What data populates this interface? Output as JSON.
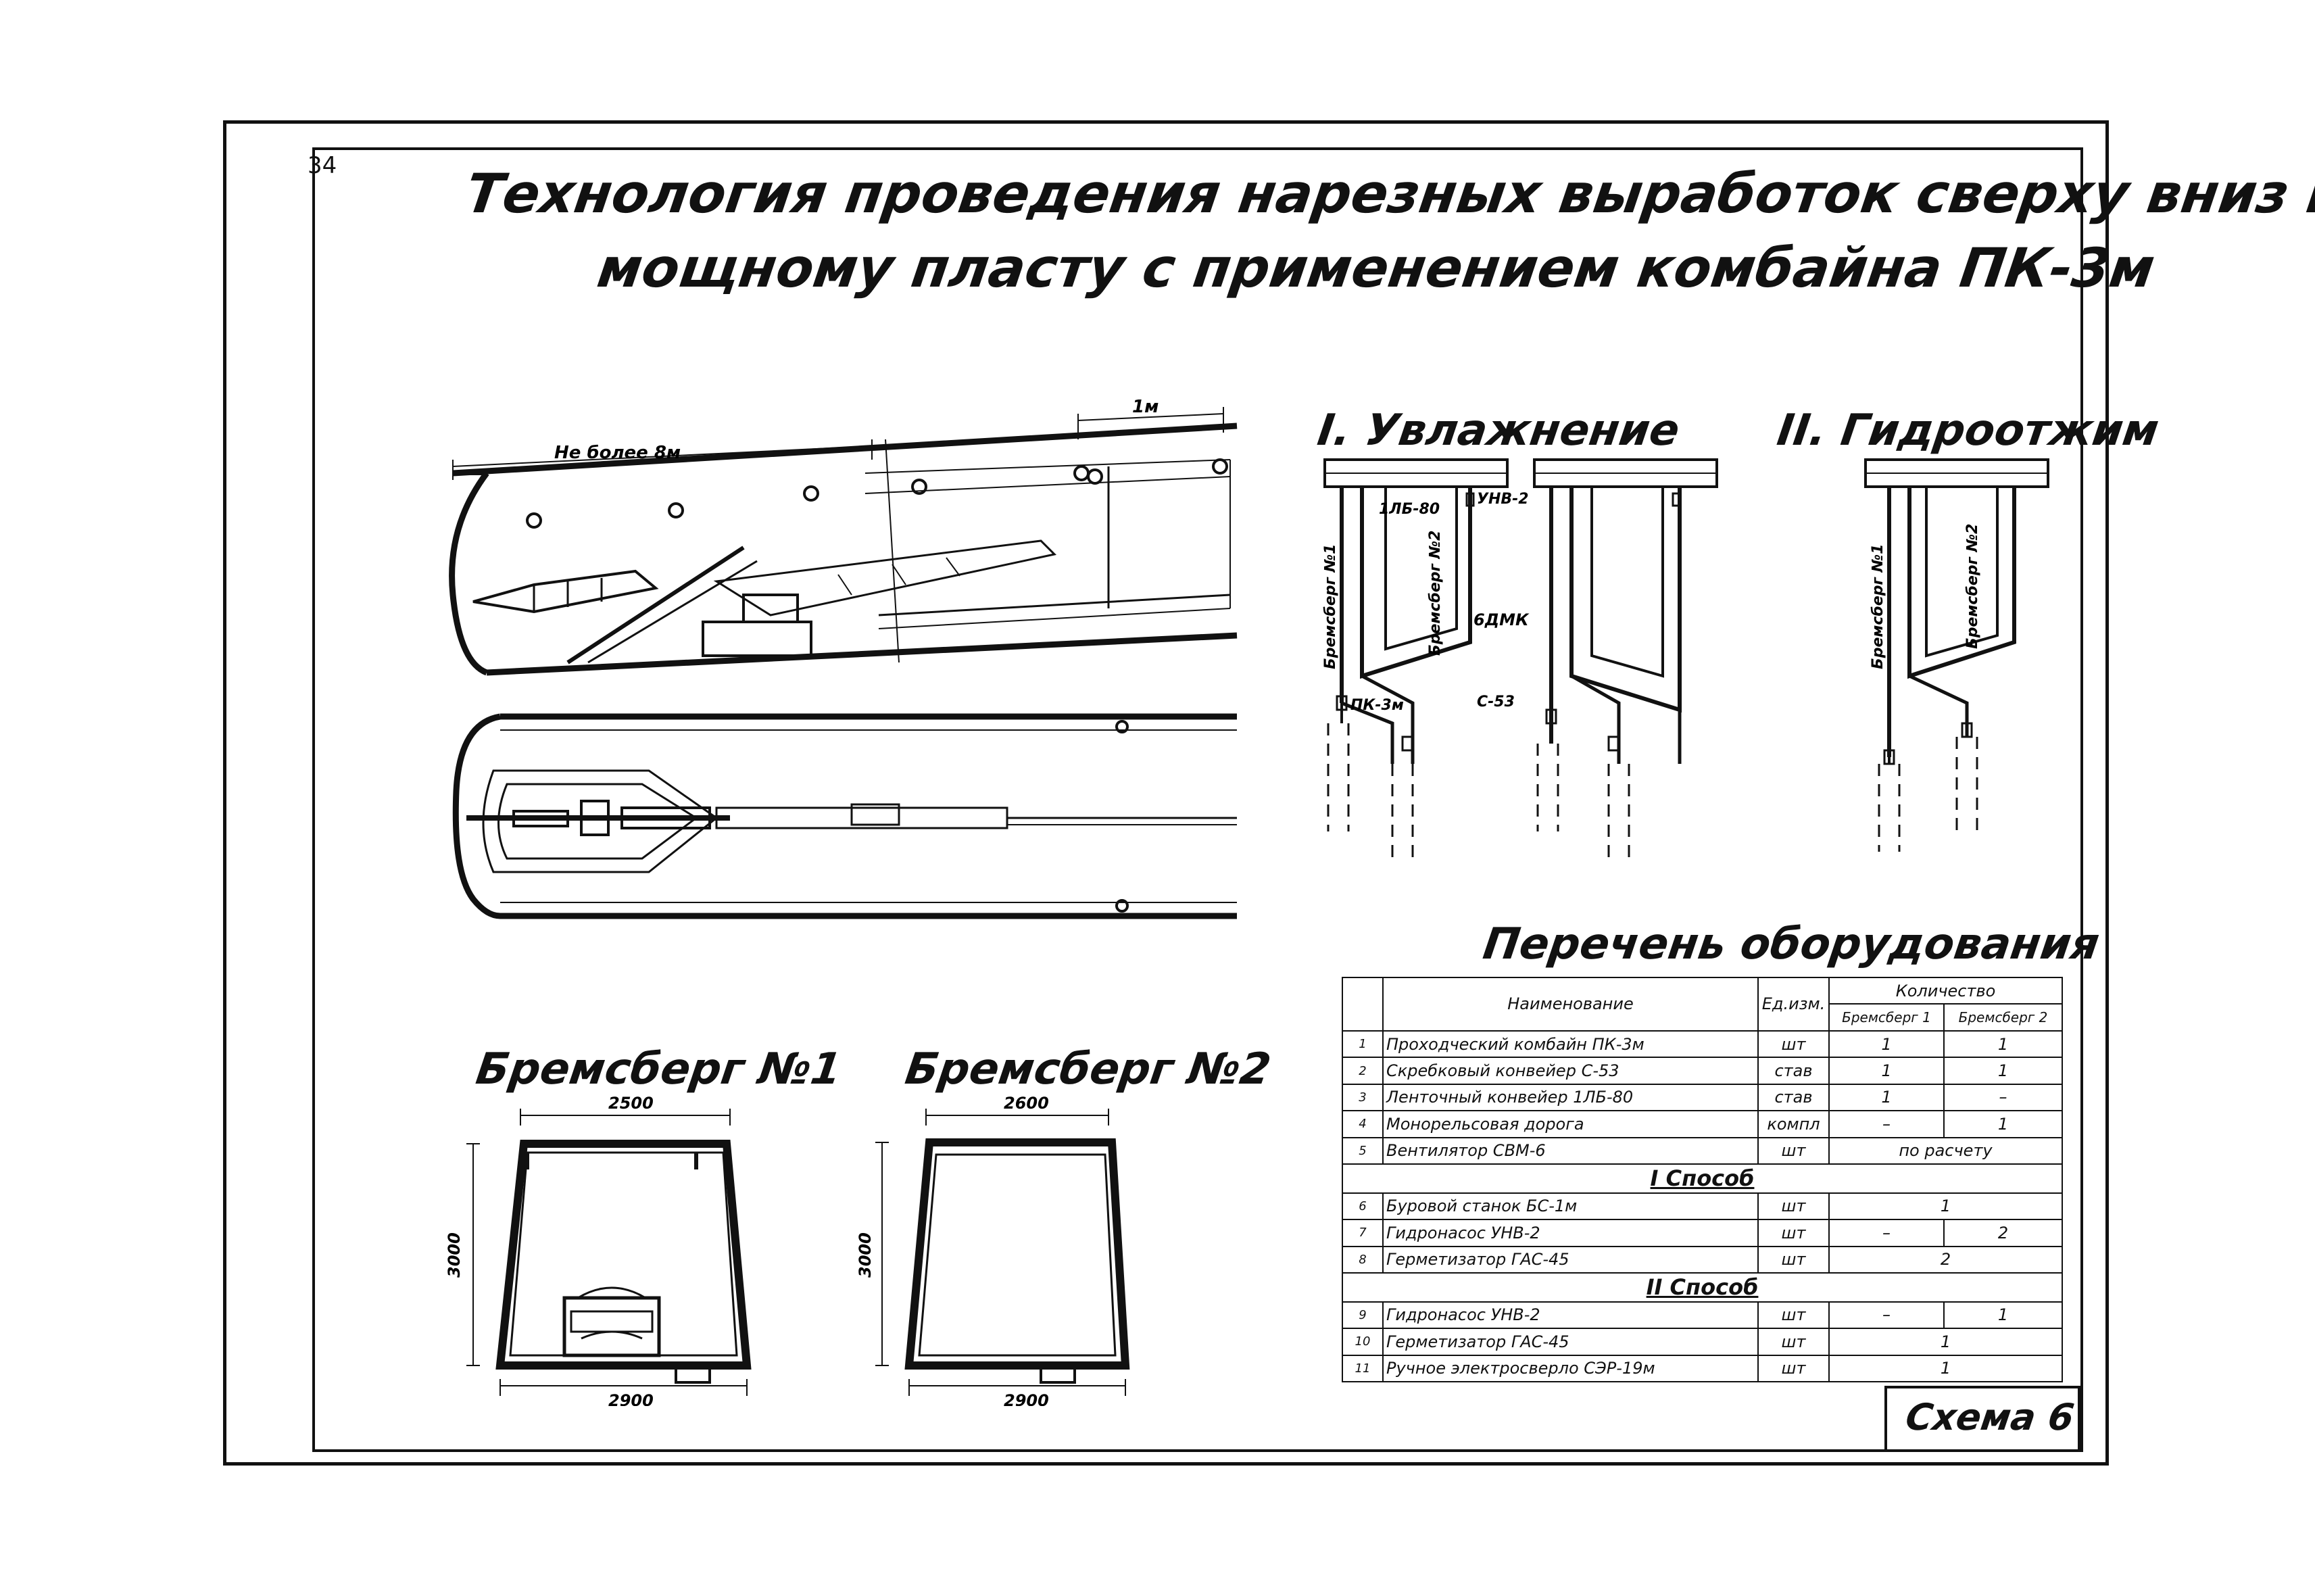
{
  "page_number": "34",
  "title": {
    "line1": "Технология проведения нарезных выработок сверху вниз по",
    "line2": "мощному пласту с применением комбайна ПК-3м"
  },
  "side_view": {
    "dim_long": "Не более 8м",
    "dim_short": "1м"
  },
  "schemes": {
    "humidification_title": "I. Увлажнение",
    "hydro_title": "II. Гидроотжим",
    "label_bremsberg1": "Бремсберг №1",
    "label_bremsberg2": "Бремсберг №2",
    "label_conveyor_belt": "1ЛБ-80",
    "label_pump": "УНВ-2",
    "label_monorail": "6ДМК",
    "label_combine": "ПК-3м",
    "label_scraper": "С-53"
  },
  "sections": {
    "s1_title": "Бремсберг №1",
    "s2_title": "Бремсберг №2",
    "s1_top": "2500",
    "s1_bottom": "2900",
    "s1_height": "3000",
    "s2_top": "2600",
    "s2_bottom": "2900",
    "s2_height": "3000"
  },
  "equipment": {
    "title": "Перечень оборудования",
    "headers": {
      "name": "Наименование",
      "unit": "Ед.изм.",
      "qty": "Количество",
      "b1": "Бремсберг 1",
      "b2": "Бремсберг 2"
    },
    "rows_a": [
      {
        "n": "1",
        "name": "Проходческий комбайн ПК-3м",
        "unit": "шт",
        "b1": "1",
        "b2": "1"
      },
      {
        "n": "2",
        "name": "Скребковый конвейер С-53",
        "unit": "став",
        "b1": "1",
        "b2": "1"
      },
      {
        "n": "3",
        "name": "Ленточный конвейер 1ЛБ-80",
        "unit": "став",
        "b1": "1",
        "b2": "–"
      },
      {
        "n": "4",
        "name": "Монорельсовая дорога",
        "unit": "компл",
        "b1": "–",
        "b2": "1"
      }
    ],
    "row5": {
      "n": "5",
      "name": "Вентилятор СВМ-6",
      "unit": "шт",
      "both": "по расчету"
    },
    "method1": "I Способ",
    "rows_b": [
      {
        "n": "6",
        "name": "Буровой станок БС-1м",
        "unit": "шт",
        "b1": "",
        "b2": "",
        "both": "1"
      },
      {
        "n": "7",
        "name": "Гидронасос УНВ-2",
        "unit": "шт",
        "b1": "–",
        "b2": "2",
        "both": ""
      },
      {
        "n": "8",
        "name": "Герметизатор ГАС-45",
        "unit": "шт",
        "b1": "",
        "b2": "",
        "both": "2"
      }
    ],
    "method2": "II Способ",
    "rows_c": [
      {
        "n": "9",
        "name": "Гидронасос УНВ-2",
        "unit": "шт",
        "b1": "–",
        "b2": "1",
        "both": ""
      },
      {
        "n": "10",
        "name": "Герметизатор ГАС-45",
        "unit": "шт",
        "b1": "",
        "b2": "",
        "both": "1"
      },
      {
        "n": "11",
        "name": "Ручное электросверло СЭР-19м",
        "unit": "шт",
        "b1": "",
        "b2": "",
        "both": "1"
      }
    ]
  },
  "scheme_label": "Схема 6"
}
